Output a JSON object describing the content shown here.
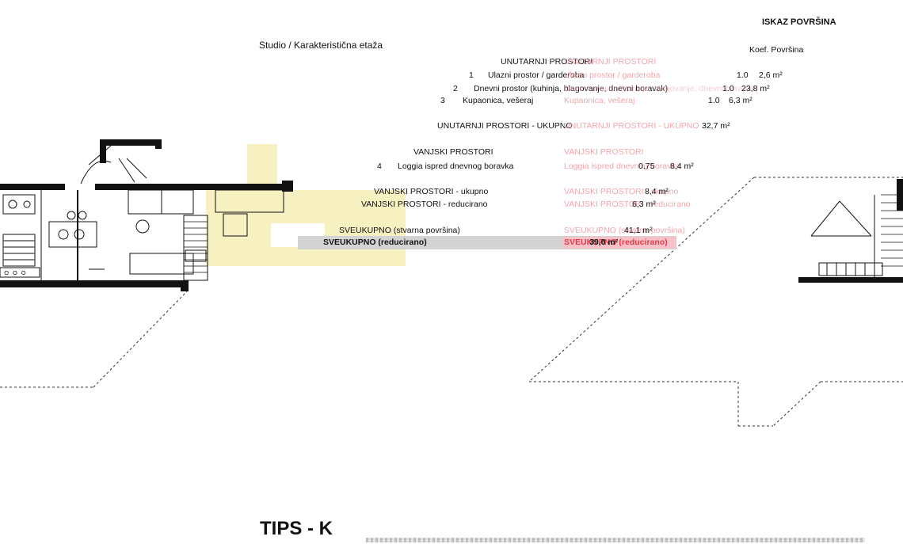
{
  "sheet": {
    "heading": "ISKAZ POVRŠINA",
    "unit_subtitle": "Studio / Karakteristična etaža",
    "col_header": "Koef.   Površina",
    "plan_code": "TIPS - K",
    "colors": {
      "accent_red": "#e23a4a",
      "ghost_red": "#f0a7ad",
      "highlight_gray": "#d3d3d3",
      "plan_yellow": "#f7f1c2"
    }
  },
  "inside": {
    "section_title": "UNUTARNJI PROSTORI",
    "rows": [
      {
        "no": "1",
        "name": "Ulazni prostor / garderoba",
        "coef": "1.0",
        "area": "2,6 m²",
        "ghost": "Ulazni prostor / garderoba"
      },
      {
        "no": "2",
        "name": "Dnevni prostor (kuhinja, blagovanje, dnevni boravak)",
        "coef": "1.0",
        "area": "23,8 m²",
        "ghost": "Dnevni prostor (kuhinja, blagovanje, dnevni boravak)"
      },
      {
        "no": "3",
        "name": "Kupaonica, vešeraj",
        "coef": "1.0",
        "area": "6,3 m²",
        "ghost": "Kupaonica, vešeraj"
      }
    ],
    "total_label": "UNUTARNJI PROSTORI - UKUPNO",
    "total_value": "32,7 m²",
    "ghost_title": "UNUTARNJI PROSTORI",
    "ghost_total": "UNUTARNJI PROSTORI - UKUPNO"
  },
  "outside": {
    "section_title": "VANJSKI PROSTORI",
    "rows": [
      {
        "no": "4",
        "name": "Loggia ispred dnevnog boravka",
        "coef": "0.75",
        "area": "8,4 m²",
        "ghost": "Loggia ispred dnevnog boravka"
      }
    ],
    "total_label": "VANJSKI PROSTORI - ukupno",
    "total_value": "8,4 m²",
    "reduced_label": "VANJSKI PROSTORI - reducirano",
    "reduced_value": "6,3 m²",
    "ghost_title": "VANJSKI PROSTORI",
    "ghost_total": "VANJSKI PROSTORI - ukupno",
    "ghost_reduced": "VANJSKI PROSTORI - reducirano"
  },
  "grand": {
    "actual_label": "SVEUKUPNO (stvarna površina)",
    "actual_value": "41,1 m²",
    "reduced_label": "SVEUKUPNO (reducirano)",
    "reduced_value": "39,0 m²",
    "ghost_actual": "SVEUKUPNO (stvarna površina)",
    "ghost_reduced": "SVEUKUPNO (reducirano)"
  }
}
